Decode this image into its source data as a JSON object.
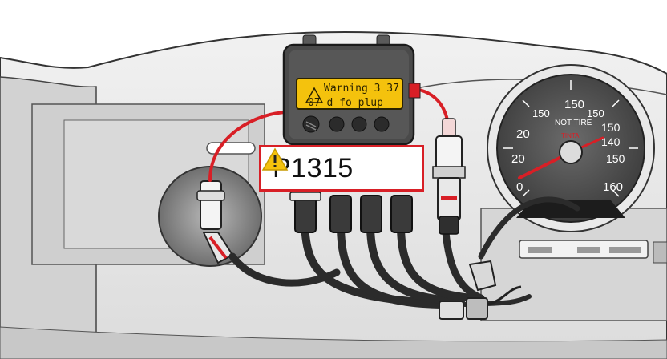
{
  "module": {
    "display_line1": "Warning 3 37",
    "display_line2": "07 d fo plup"
  },
  "diagnostic": {
    "code": "P1315",
    "icon": "warning-triangle-icon",
    "accent_color": "#d81f26"
  },
  "speedometer": {
    "scale_labels": [
      "150",
      "150",
      "150",
      "150",
      "140",
      "150",
      "160",
      "20",
      "20",
      "0"
    ],
    "center_label": "NOT TIRE",
    "center_sublabel": "TINTA",
    "needle_color": "#d81f26"
  },
  "colors": {
    "warning_yellow": "#f4c20d",
    "wire_red": "#d81f26",
    "dash_gray": "#e6e6e6"
  }
}
